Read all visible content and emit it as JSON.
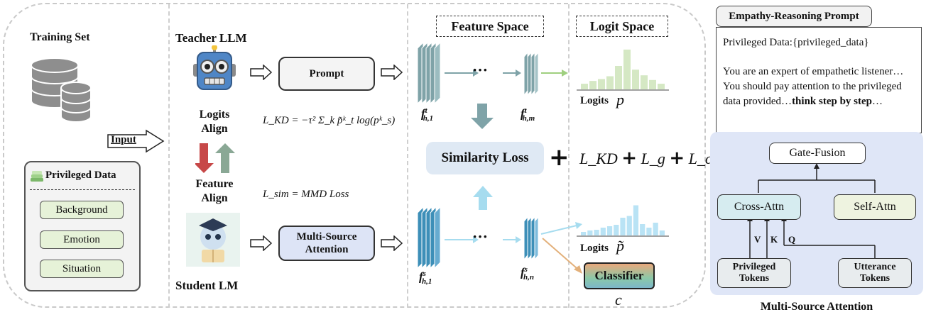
{
  "left": {
    "training_set": "Training Set",
    "privileged_data": "Privileged Data",
    "items": [
      "Background",
      "Emotion",
      "Situation"
    ],
    "input": "Input"
  },
  "models": {
    "teacher": "Teacher LLM",
    "student": "Student LM",
    "logits_align": [
      "Logits",
      "Align"
    ],
    "feature_align": [
      "Feature",
      "Align"
    ],
    "prompt": "Prompt",
    "msa": [
      "Multi-Source",
      "Attention"
    ]
  },
  "formulas": {
    "lkd": "L_KD = −τ² Σ_k p̃ᵏ_t log(pᵏ_s)",
    "lsim": "L_sim = MMD Loss"
  },
  "feature_space": {
    "title": "Feature Space",
    "similarity_loss": "Similarity Loss",
    "ellipsis": "···",
    "f_t1": "f",
    "f_t1_sup": "t",
    "f_t1_sub": "h,1",
    "f_tm_sub": "h,m",
    "f_s1_sup": "s",
    "f_s1_sub": "h,1",
    "f_sn_sub": "h,n"
  },
  "logit_space": {
    "title": "Logit Space",
    "logits_label": "Logits",
    "p": "p",
    "p_tilde": "p̃",
    "classifier": "Classifier",
    "c": "c",
    "teacher_bars": [
      0.12,
      0.18,
      0.22,
      0.28,
      0.5,
      0.85,
      0.42,
      0.3,
      0.2,
      0.12
    ],
    "student_bars": [
      0.1,
      0.14,
      0.16,
      0.22,
      0.26,
      0.3,
      0.5,
      0.55,
      0.85,
      0.32,
      0.22,
      0.36,
      0.14
    ]
  },
  "loss_sum": {
    "plus": "+",
    "terms": [
      "L_KD",
      "L_g",
      "L_cls"
    ]
  },
  "prompt_panel": {
    "title": "Empathy-Reasoning Prompt",
    "line1": "Privileged Data:{privileged_data}",
    "line2_parts": [
      "You are an expert of empathetic listener…You should pay attention to the privileged data provided…",
      "think step by step",
      "…"
    ]
  },
  "msa_panel": {
    "gate_fusion": "Gate-Fusion",
    "cross_attn": "Cross-Attn",
    "self_attn": "Self-Attn",
    "privileged_tokens": [
      "Privileged",
      "Tokens"
    ],
    "utterance_tokens": [
      "Utterance",
      "Tokens"
    ],
    "v": "V",
    "k": "K",
    "q": "Q",
    "caption": "Multi-Source Attention"
  },
  "colors": {
    "teacher_feat": "#7fa3a8",
    "student_feat": "#3d8fb8",
    "teacher_bar": "#d5e8c4",
    "student_bar": "#b9e3f5",
    "msa_panel_bg": "#dfe6f7",
    "cross_attn_bg": "#d6ecf0",
    "self_attn_bg": "#eef3e0",
    "red_arrow": "#c74848",
    "green_arrow": "#8aa895",
    "cyan_arrow": "#a6dcef"
  }
}
